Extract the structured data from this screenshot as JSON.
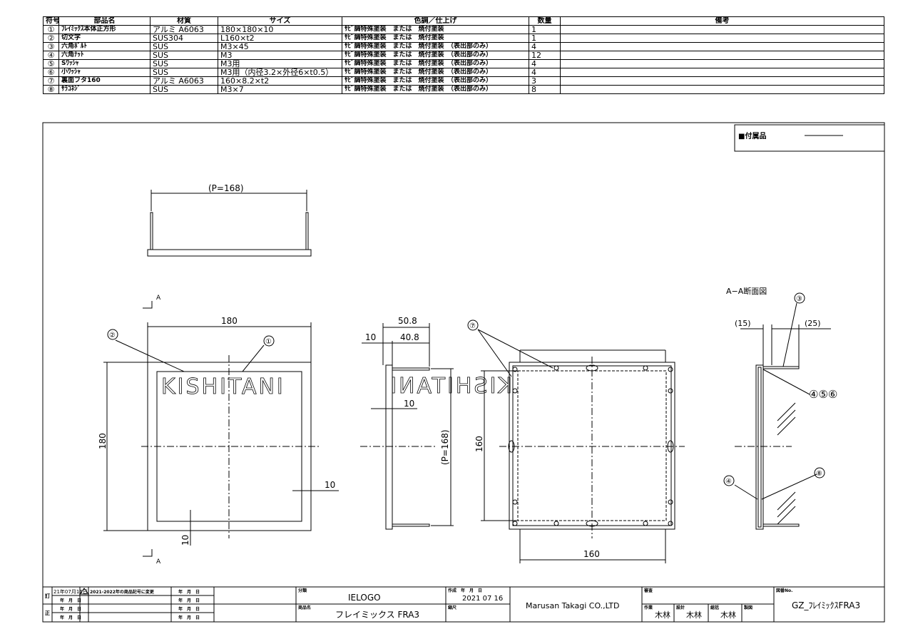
{
  "parts_table": {
    "headers": [
      "符号",
      "部品名",
      "材質",
      "サイズ",
      "色調／仕上げ",
      "数量",
      "備考"
    ],
    "rows": [
      {
        "no": "①",
        "name": "ﾌﾚｲﾐｯｸｽ本体正方形",
        "material": "アルミ A6063",
        "size": "180×180×10",
        "finish": "ｻﾋﾞ調特殊塗装　または　焼付塗装",
        "qty": "1",
        "note": ""
      },
      {
        "no": "②",
        "name": "切文字",
        "material": "SUS304",
        "size": "L160×t2",
        "finish": "ｻﾋﾞ調特殊塗装　または　焼付塗装",
        "qty": "1",
        "note": ""
      },
      {
        "no": "③",
        "name": "六角ﾎﾞﾙﾄ",
        "material": "SUS",
        "size": "M3×45",
        "finish": "ｻﾋﾞ調特殊塗装　または　焼付塗装　（表出部のみ）",
        "qty": "4",
        "note": ""
      },
      {
        "no": "④",
        "name": "六角ﾅｯﾄ",
        "material": "SUS",
        "size": "M3",
        "finish": "ｻﾋﾞ調特殊塗装　または　焼付塗装　（表出部のみ）",
        "qty": "12",
        "note": ""
      },
      {
        "no": "⑤",
        "name": "Sﾜｯｼｬ",
        "material": "SUS",
        "size": "M3用",
        "finish": "ｻﾋﾞ調特殊塗装　または　焼付塗装　（表出部のみ）",
        "qty": "4",
        "note": ""
      },
      {
        "no": "⑥",
        "name": "小ﾜｯｼｬ",
        "material": "SUS",
        "size": "M3用（内径3.2×外径6×t0.5）",
        "finish": "ｻﾋﾞ調特殊塗装　または　焼付塗装　（表出部のみ）",
        "qty": "4",
        "note": ""
      },
      {
        "no": "⑦",
        "name": "裏面フタ160",
        "material": "アルミ A6063",
        "size": "160×8.2×t2",
        "finish": "ｻﾋﾞ調特殊塗装　または　焼付塗装　（表出部のみ）",
        "qty": "3",
        "note": ""
      },
      {
        "no": "⑧",
        "name": "ｻﾗｺﾈｼﾞ",
        "material": "SUS",
        "size": "M3×7",
        "finish": "ｻﾋﾞ調特殊塗装　または　焼付塗装　（表出部のみ）",
        "qty": "8",
        "note": ""
      }
    ]
  },
  "accessory_box": {
    "label": "■付属品"
  },
  "drawing": {
    "top_view_dim": "(P=168)",
    "section_marker": "A",
    "front_width": "180",
    "front_height": "180",
    "front_border": "10",
    "front_border_bottom": "10",
    "lettering_front": "KISHITANI",
    "lettering_back": "KISHITANI",
    "side_dim_total": "50.8",
    "side_dim_offset": "10",
    "side_dim_depth": "40.8",
    "side_dim_plate": "10",
    "side_dim_pitch": "(P=168)",
    "back_height": "160",
    "back_width": "160",
    "section_title": "A−A断面図",
    "section_dim_left": "(15)",
    "section_dim_right": "(25)",
    "callouts": {
      "c1": "①",
      "c2": "②",
      "c3": "③",
      "c4": "④",
      "c456": "④⑤⑥",
      "c7": "⑦",
      "c8": "⑧"
    }
  },
  "title_block": {
    "rev_symbol": "訂",
    "rev_mark": "正",
    "rev1_date": "21年07月16日",
    "rev1_desc": "2021-2022年の商品記号に変更",
    "date_placeholder": "年　月　日",
    "category_label": "分類",
    "category": "IELOGO",
    "product_label": "商品名",
    "product": "フレイミックス FRA3",
    "created_label": "作成　年　月　日",
    "created_date": "2021 07 16",
    "scale_label": "縮尺",
    "company": "Marusan Takagi CO.,LTD",
    "check_label": "審査",
    "author_label": "作業",
    "author": "木林",
    "design_label": "設計",
    "designer": "木林",
    "inspect_label": "総括",
    "inspector": "木林",
    "make_label": "製図",
    "drawing_no_label": "図番No.",
    "drawing_no": "GZ_ﾌﾚｲﾐｯｸｽFRA3"
  }
}
